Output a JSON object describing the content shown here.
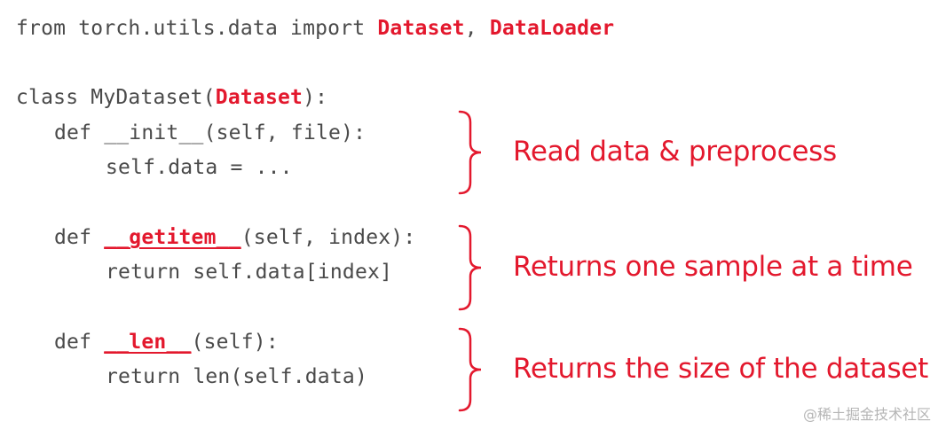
{
  "code": {
    "import_line": {
      "prefix": "from torch.utils.data import ",
      "cls1": "Dataset",
      "sep": ", ",
      "cls2": "DataLoader"
    },
    "class_line": {
      "prefix": "class MyDataset(",
      "base": "Dataset",
      "suffix": "):"
    },
    "init_def": "def __init__(self, file):",
    "init_body": "self.data = ...",
    "getitem_def": {
      "prefix": "def ",
      "name": "__getitem__",
      "suffix": "(self, index):"
    },
    "getitem_body": "return self.data[index]",
    "len_def": {
      "prefix": "def ",
      "name": "__len__",
      "suffix": "(self):"
    },
    "len_body": "return len(self.data)"
  },
  "annotations": {
    "init": "Read data & preprocess",
    "getitem": "Returns one sample at a time",
    "len": "Returns the size of the dataset"
  },
  "watermark": "@稀土掘金技术社区",
  "colors": {
    "accent": "#e3182d",
    "code_text": "#4a4a4a",
    "watermark": "#b5b5b5"
  }
}
